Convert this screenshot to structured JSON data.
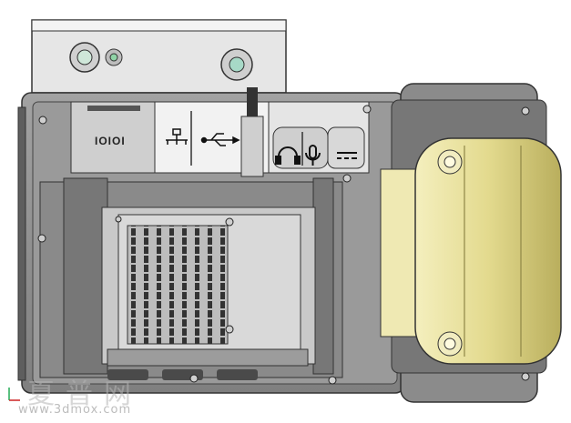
{
  "device": {
    "name": "",
    "serial_port_label": "IOIOI",
    "lan_icon": "network-icon",
    "usb_icon": "usb-icon",
    "headphone_icon": "headphone-icon",
    "mic_icon": "microphone-icon",
    "dc_icon": "dc-power-icon"
  },
  "watermark": {
    "site_url": "www.3dmox.com",
    "site_name_cn": "夏普网"
  },
  "colors": {
    "body": "#8e8e8e",
    "body_dark": "#6e6e6e",
    "panel_light": "#d6d6d6",
    "roller": "#e9e3a6",
    "roller_shadow": "#b8af62"
  }
}
